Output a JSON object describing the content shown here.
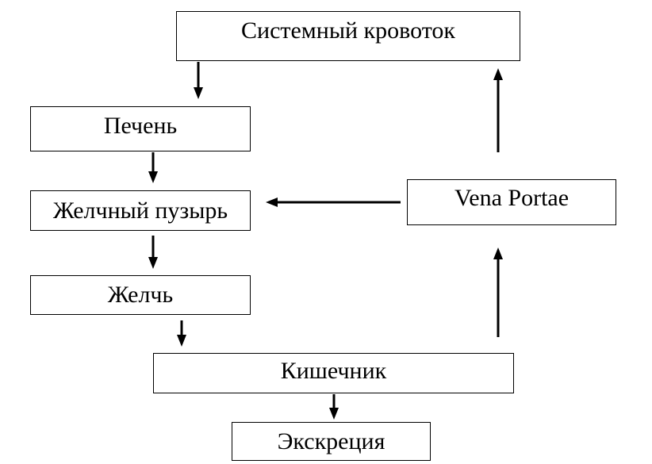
{
  "nodes": {
    "systemic_circulation": "Системный кровоток",
    "liver": "Печень",
    "gallbladder": "Желчный пузырь",
    "bile": "Желчь",
    "vena_portae": "Vena Portae",
    "intestine": "Кишечник",
    "excretion": "Экскреция"
  },
  "colors": {
    "line": "#000000",
    "background": "#ffffff"
  }
}
